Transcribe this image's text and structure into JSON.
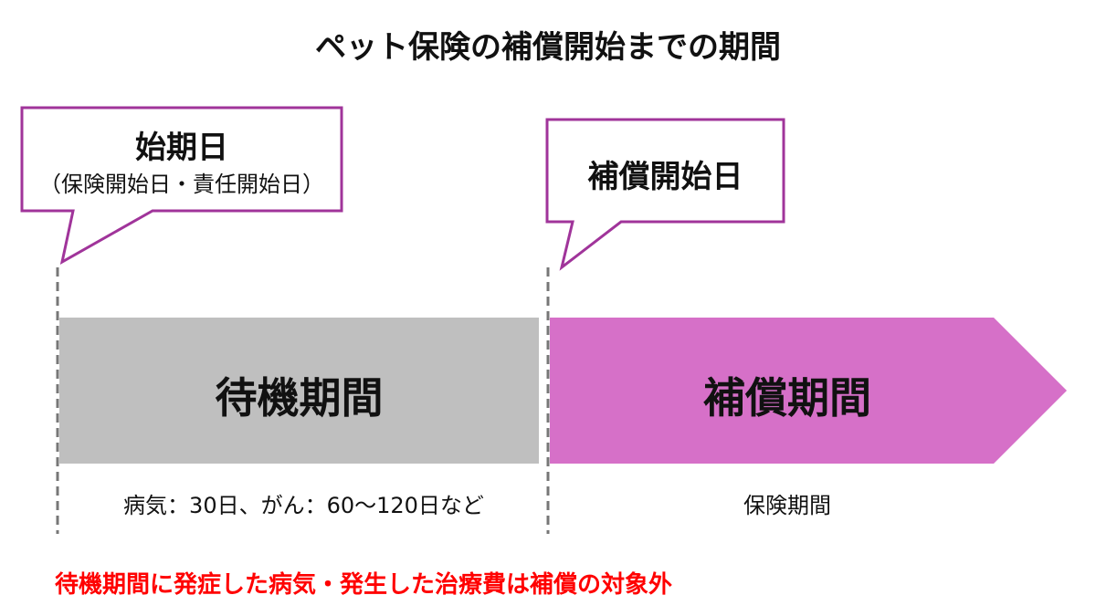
{
  "title": "ペット保険の補償開始までの期間",
  "callout_start": {
    "title": "始期日",
    "subtitle": "（保険開始日・責任開始日）"
  },
  "callout_coverage_start": {
    "title": "補償開始日"
  },
  "waiting_period": {
    "label": "待機期間",
    "note": "病気：30日、がん：60〜120日など"
  },
  "coverage_period": {
    "label": "補償期間",
    "note": "保険期間"
  },
  "warning": "待機期間に発症した病気・発生した治療費は補償の対象外",
  "colors": {
    "waiting": "#bfbfbf",
    "coverage": "#d670c8",
    "callout_border": "#a0349a",
    "warning": "#ff0000"
  }
}
